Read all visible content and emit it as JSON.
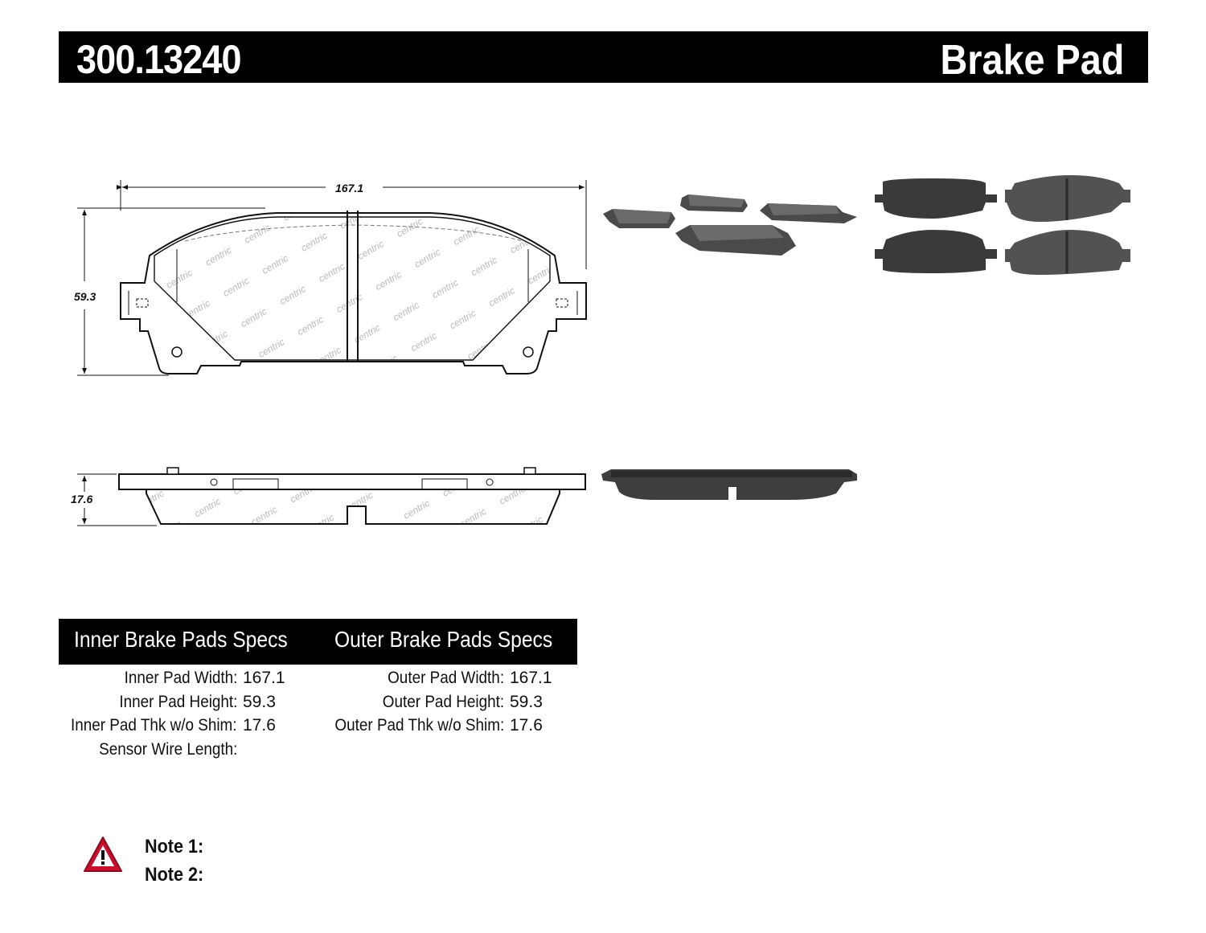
{
  "header": {
    "part_number": "300.13240",
    "product_type": "Brake Pad"
  },
  "dimensions": {
    "width": "167.1",
    "height": "59.3",
    "thickness": "17.6"
  },
  "specs": {
    "inner_title": "Inner Brake Pads Specs",
    "outer_title": "Outer Brake Pads Specs",
    "inner": [
      {
        "label": "Inner Pad Width:",
        "value": "167.1"
      },
      {
        "label": "Inner Pad Height:",
        "value": "59.3"
      },
      {
        "label": "Inner Pad Thk w/o Shim:",
        "value": "17.6"
      },
      {
        "label": "Sensor Wire Length:",
        "value": ""
      }
    ],
    "outer": [
      {
        "label": "Outer Pad Width:",
        "value": "167.1"
      },
      {
        "label": "Outer Pad Height:",
        "value": "59.3"
      },
      {
        "label": "Outer Pad Thk w/o Shim:",
        "value": "17.6"
      }
    ]
  },
  "notes": {
    "note1": "Note 1:",
    "note2": "Note 2:"
  },
  "colors": {
    "header_bg": "#000000",
    "pad_dark": "#3a3a3a",
    "pad_side": "#555555",
    "warning_red": "#c8102e"
  }
}
